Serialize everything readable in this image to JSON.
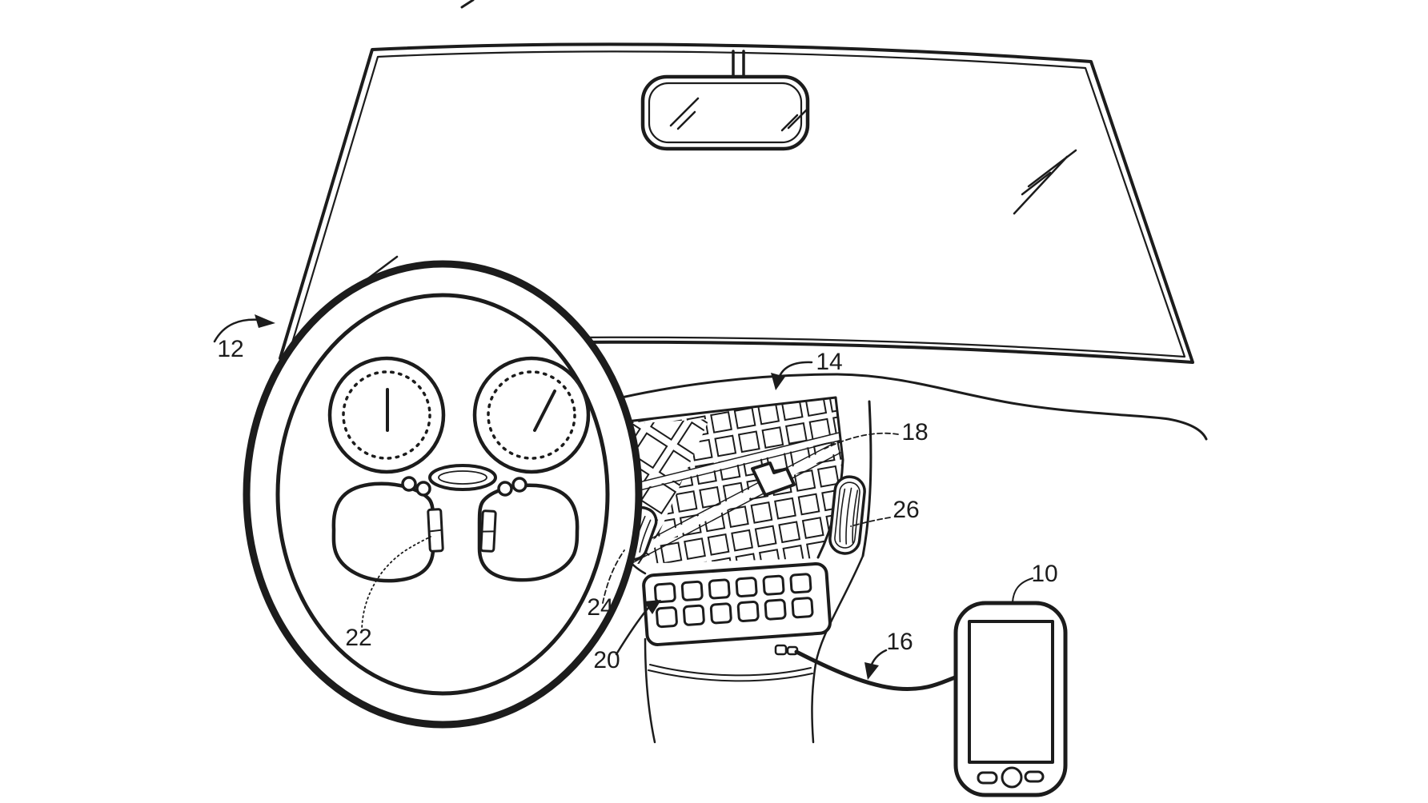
{
  "figure": {
    "type": "patent-line-drawing",
    "background_color": "#ffffff",
    "line_color": "#1c1c1c",
    "labels": {
      "phone": "10",
      "vehicle_interior": "12",
      "dashboard": "14",
      "cable": "16",
      "display": "18",
      "button_panel": "20",
      "wheel_controls": "22",
      "left_vent": "24",
      "right_vent": "26"
    }
  }
}
